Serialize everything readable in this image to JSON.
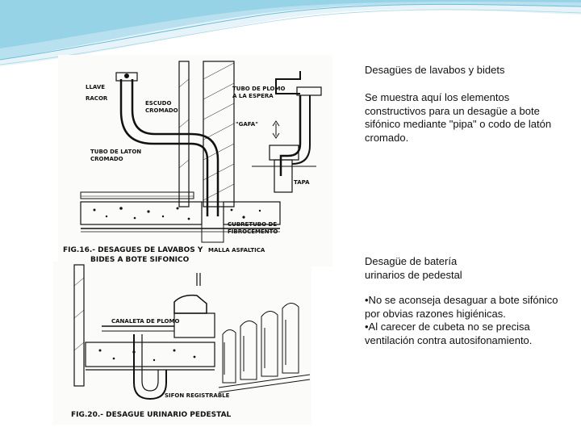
{
  "section_top": {
    "heading": "Desagües de lavabos y bidets",
    "body": "Se muestra aquí los elementos constructivos para un desagüe a bote sifónico mediante \"pipa\" o codo de latón cromado.",
    "figure": {
      "caption_line1": "FIG.16.- DESAGUES DE LAVABOS Y",
      "caption_line2": "BIDES A BOTE SIFONICO",
      "labels": {
        "llave": "LLAVE",
        "racor": "RACOR",
        "tubo_plomo": "TUBO DE PLOMO",
        "tubo_plomo_2": "A LA ESPERA",
        "ezquo": "ESCUDO",
        "cromado": "CROMADO",
        "gafa": "\"GAFA\"",
        "tubo_laton": "TUBO DE LATON",
        "tubo_laton_2": "CROMADO",
        "tapa": "TAPA",
        "cubretubo": "CUBRETUBO DE",
        "cubretubo_2": "FIBROCEMENTO",
        "malla": "MALLA ASFALTICA"
      }
    }
  },
  "section_bottom": {
    "heading_line1": "Desagüe de batería",
    "heading_line2": "urinarios de pedestal",
    "bullets": [
      "•No se aconseja desaguar a bote sifónico por obvias razones higiénicas.",
      "•Al carecer de cubeta no se precisa ventilación contra autosifonamiento."
    ],
    "figure": {
      "caption": "FIG.20.- DESAGUE URINARIO PEDESTAL",
      "labels": {
        "canaleta": "CANALETA DE PLOMO",
        "sifon": "SIFON REGISTRABLE"
      }
    }
  },
  "colors": {
    "wave_light": "#e6f4f9",
    "wave_mid": "#b9e0ee",
    "wave_dark": "#6bbfd9",
    "ink": "#111111"
  }
}
